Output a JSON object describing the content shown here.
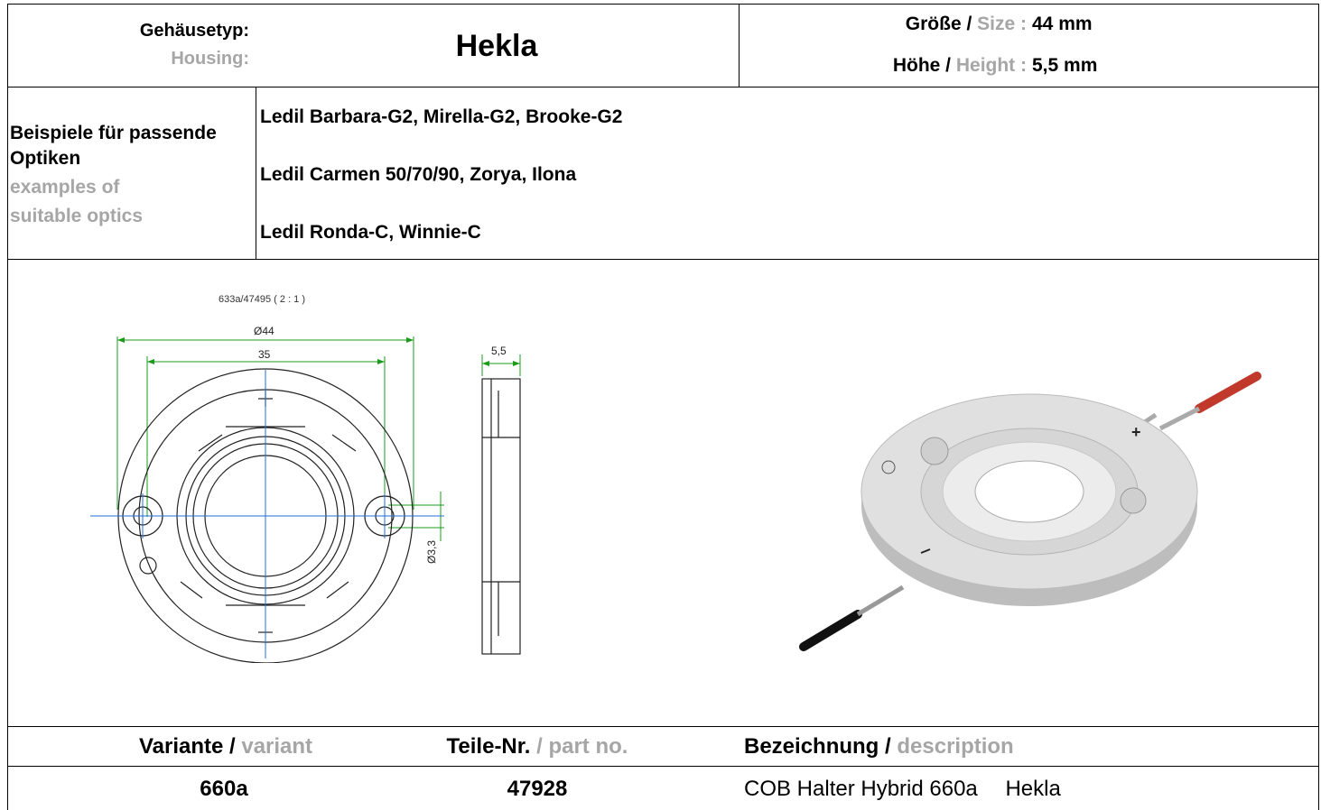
{
  "header": {
    "housing_de": "Gehäusetyp:",
    "housing_en": "Housing:",
    "name": "Hekla",
    "size_de": "Größe / ",
    "size_en": "Size :",
    "size_value": "44 mm",
    "height_de": "Höhe / ",
    "height_en": "Height :",
    "height_value": "5,5 mm"
  },
  "optics": {
    "label_de_1": "Beispiele für passende",
    "label_de_2": "Optiken",
    "label_en_1": "examples of",
    "label_en_2": "suitable optics",
    "items": [
      "Ledil Barbara-G2, Mirella-G2, Brooke-G2",
      "Ledil Carmen 50/70/90, Zorya, Ilona",
      "Ledil Ronda-C, Winnie-C"
    ]
  },
  "drawing": {
    "title": "633a/47495 ( 2 : 1 )",
    "dim_outer": "Ø44",
    "dim_holes": "35",
    "dim_height": "5,5",
    "dim_hole": "Ø3,3"
  },
  "table": {
    "col1_de": "Variante / ",
    "col1_en": "variant",
    "col2_de": "Teile-Nr.",
    "col2_en": " / part no.",
    "col3_de": "Bezeichnung / ",
    "col3_en": "description",
    "row": {
      "variant": "660a",
      "part_no": "47928",
      "description": "COB Halter Hybrid 660a",
      "name": "Hekla"
    }
  }
}
